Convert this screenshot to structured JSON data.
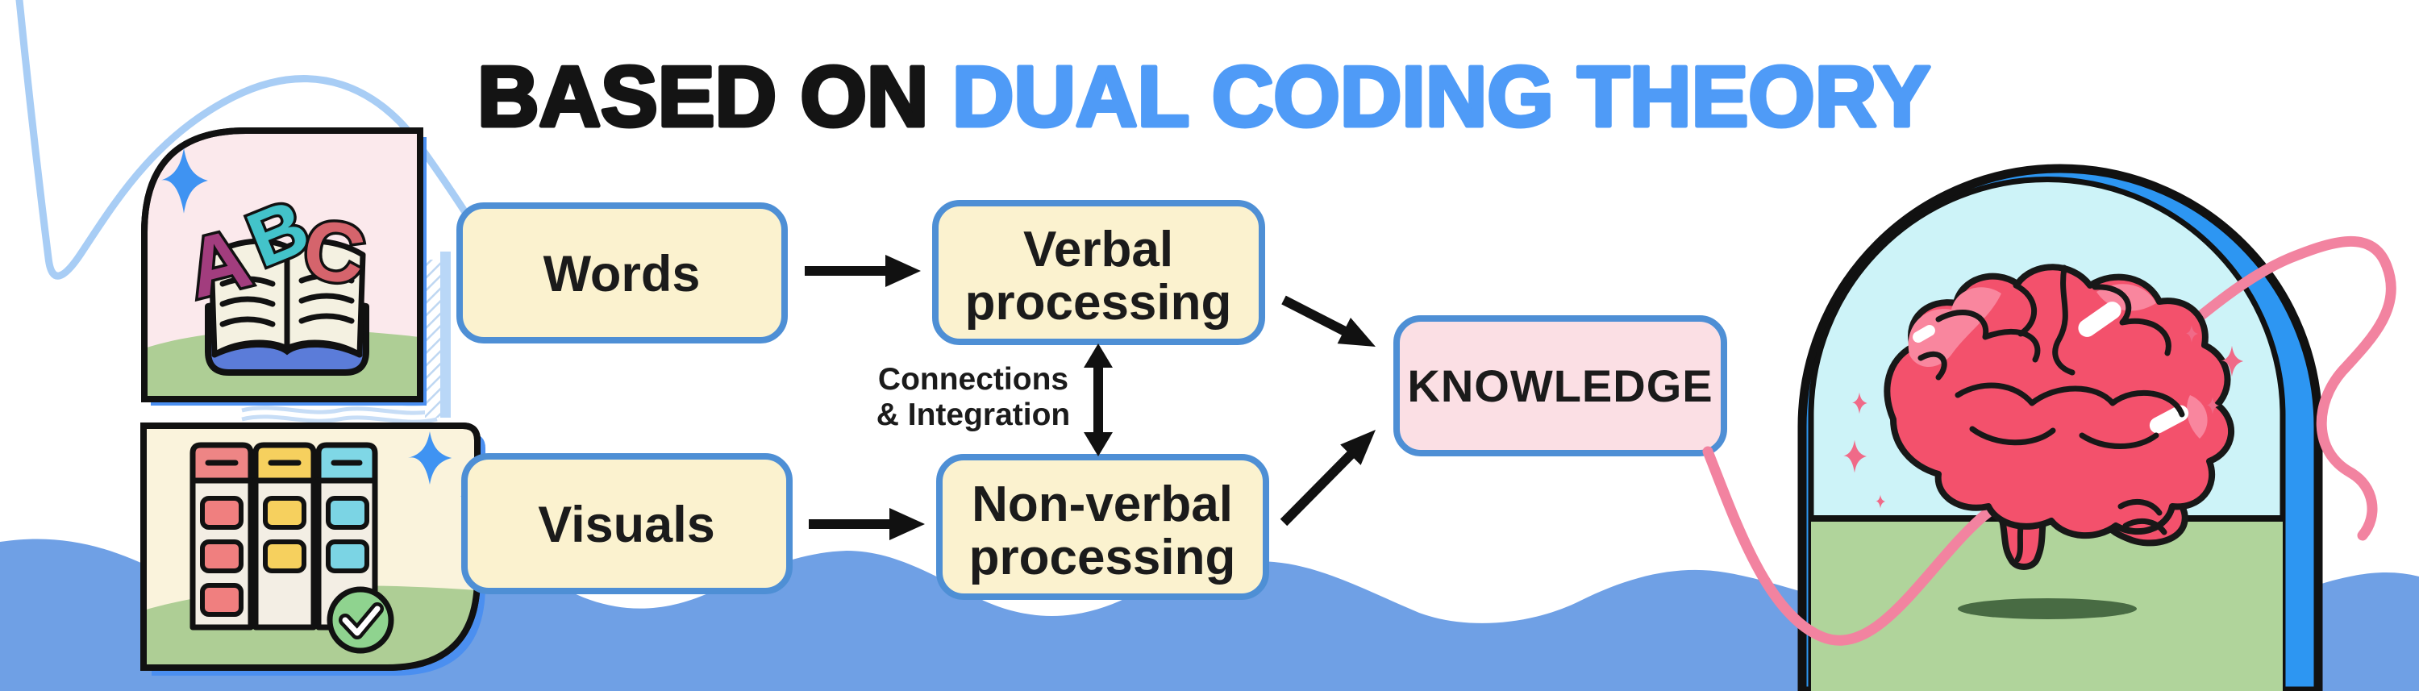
{
  "title": {
    "prefix": "BASED ON ",
    "highlight": "DUAL CODING THEORY"
  },
  "flow": {
    "words_label": "Words",
    "visuals_label": "Visuals",
    "verbal_line1": "Verbal",
    "verbal_line2": "processing",
    "nonverbal_line1": "Non-verbal",
    "nonverbal_line2": "processing",
    "connections_line1": "Connections",
    "connections_line2": "& Integration",
    "knowledge_label": "KNOWLEDGE"
  },
  "book_illustration": {
    "letter_a": "A",
    "letter_b": "B",
    "letter_c": "C"
  },
  "colors": {
    "title_black": "#141414",
    "title_blue": "#4F9BF7",
    "box_fill_cream": "#FBF2CF",
    "box_border_blue": "#4E8FD5",
    "knowledge_fill_pink": "#FBDFE4",
    "wave_blue": "#6FA0E5",
    "arc_light_blue": "#A8CDF5",
    "sparkle_blue": "#3F93F2",
    "card_pink": "#FBE9EC",
    "card_cream": "#FAF3DC",
    "hill_green": "#AECE95",
    "shadow_blue": "#4B8FF0",
    "dome_rim_blue": "#2D96F2",
    "dome_sky_cyan": "#CDF3F8",
    "dome_ground_green": "#B0D49B",
    "brain_pink": "#F3516C",
    "brain_light_pink": "#F9869E",
    "squiggle_pink": "#F283A0",
    "kanban_red": "#EE8585",
    "kanban_yellow": "#F6D05E",
    "kanban_cyan": "#7FD7E6",
    "check_green": "#8FD38F",
    "text_dark": "#1B1B1B"
  }
}
